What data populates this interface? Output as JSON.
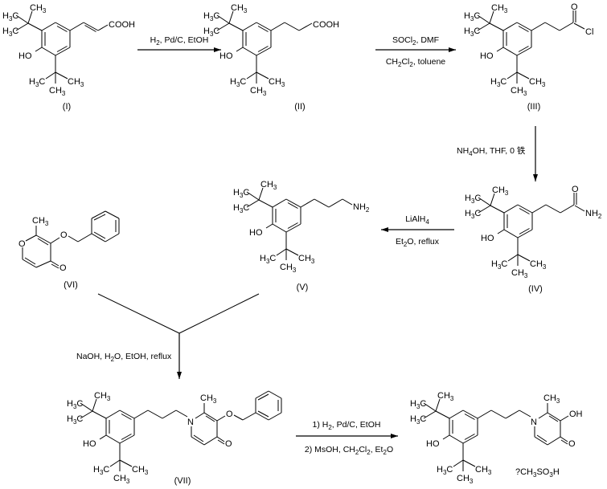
{
  "title": "Synthesis scheme of 3,5-di-tert-butyl-4-hydroxyphenylpropyl hydroxypyridinone mesylate",
  "compounds": [
    {
      "id": "I",
      "label": "(I)",
      "terminal_group": "COOH",
      "chain": "acrylic acid (trans CH=CH)"
    },
    {
      "id": "II",
      "label": "(II)",
      "terminal_group": "COOH",
      "chain": "propanoic acid"
    },
    {
      "id": "III",
      "label": "(III)",
      "terminal_group": "Cl",
      "carbonyl": "O",
      "chain": "propanoyl chloride"
    },
    {
      "id": "IV",
      "label": "(IV)",
      "terminal_group": "NH2",
      "carbonyl": "O",
      "chain": "propanamide"
    },
    {
      "id": "V",
      "label": "(V)",
      "terminal_group": "NH2",
      "chain": "propylamine"
    },
    {
      "id": "VI",
      "label": "(VI)",
      "name": "3-benzyloxy-2-methyl-4-pyranone"
    },
    {
      "id": "VII",
      "label": "(VII)",
      "name": "N-substituted 3-benzyloxy-2-methyl-4-pyridinone"
    },
    {
      "id": "final",
      "label": "",
      "salt": "?CH3SO3H"
    }
  ],
  "atoms": {
    "H": "H",
    "C": "C",
    "CH": "CH",
    "HO": "HO",
    "OH": "OH",
    "O": "O",
    "N": "N",
    "NH": "NH",
    "Cl": "Cl",
    "COOH": "COOH",
    "three": "3",
    "two": "2",
    "salt_prefix": "?CH",
    "salt_mid": "SO",
    "salt_end": "H"
  },
  "steps": [
    {
      "id": "step1",
      "from": "I",
      "to": "II",
      "direction": "right",
      "above": [
        {
          "t": "H"
        },
        {
          "t": "2",
          "sub": true
        },
        {
          "t": ", Pd/C, EtOH"
        }
      ],
      "below": []
    },
    {
      "id": "step2",
      "from": "II",
      "to": "III",
      "direction": "right",
      "above": [
        {
          "t": "SOCl"
        },
        {
          "t": "2",
          "sub": true
        },
        {
          "t": ", DMF"
        }
      ],
      "below": [
        {
          "t": "CH"
        },
        {
          "t": "2",
          "sub": true
        },
        {
          "t": "Cl"
        },
        {
          "t": "2",
          "sub": true
        },
        {
          "t": ", toluene"
        }
      ]
    },
    {
      "id": "step3",
      "from": "III",
      "to": "IV",
      "direction": "down",
      "left": [
        {
          "t": "NH"
        },
        {
          "t": "4",
          "sub": true
        },
        {
          "t": "OH, THF, 0 "
        },
        {
          "t": "铁"
        }
      ]
    },
    {
      "id": "step4",
      "from": "IV",
      "to": "V",
      "direction": "left",
      "above": [
        {
          "t": "LiAlH"
        },
        {
          "t": "4",
          "sub": true
        }
      ],
      "below": [
        {
          "t": "Et"
        },
        {
          "t": "2",
          "sub": true
        },
        {
          "t": "O, reflux"
        }
      ]
    },
    {
      "id": "step5",
      "from": [
        "V",
        "VI"
      ],
      "to": "VII",
      "direction": "converge-down",
      "left": [
        {
          "t": "NaOH, H"
        },
        {
          "t": "2",
          "sub": true
        },
        {
          "t": "O, EtOH, reflux"
        }
      ]
    },
    {
      "id": "step6",
      "from": "VII",
      "to": "final",
      "direction": "right",
      "above": [
        {
          "t": "1) H"
        },
        {
          "t": "2",
          "sub": true
        },
        {
          "t": ", Pd/C, EtOH"
        }
      ],
      "below": [
        {
          "t": "2) MsOH, CH"
        },
        {
          "t": "2",
          "sub": true
        },
        {
          "t": "Cl"
        },
        {
          "t": "2",
          "sub": true
        },
        {
          "t": ", Et"
        },
        {
          "t": "2",
          "sub": true
        },
        {
          "t": "O"
        }
      ]
    }
  ],
  "colors": {
    "ink": "#000000",
    "background": "#ffffff"
  }
}
